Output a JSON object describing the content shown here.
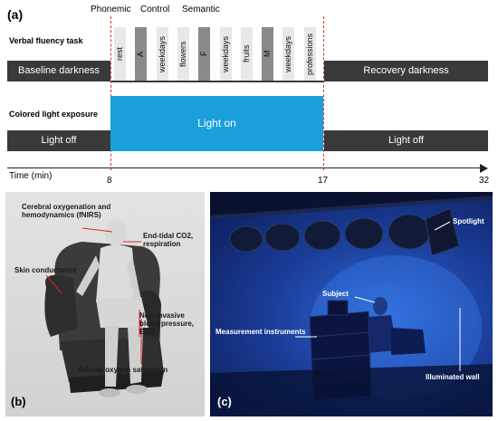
{
  "panel_a": {
    "label": "(a)",
    "group_labels": [
      "Phonemic",
      "Control",
      "Semantic"
    ],
    "verbal_task_title": "Verbal fluency task",
    "baseline_label": "Baseline darkness",
    "recovery_label": "Recovery darkness",
    "blocks": [
      "rest",
      "A",
      "weekdays",
      "flowers",
      "F",
      "weekdays",
      "fruits",
      "M",
      "weekdays",
      "professions"
    ],
    "colored_light_title": "Colored light exposure",
    "light_off_left": "Light off",
    "light_on": "Light on",
    "light_off_right": "Light off",
    "time_label": "Time (min)",
    "ticks": [
      "8",
      "17",
      "32"
    ],
    "colors": {
      "dark": "#3a3a3a",
      "light": "#1a9fdb",
      "marker": "#e03030"
    }
  },
  "panel_b": {
    "label": "(b)",
    "annotations": {
      "fnirs": "Cerebral oxygenation and hemodynamics (fNIRS)",
      "co2": "End-tidal CO2, respiration",
      "skin": "Skin conductance",
      "bp": "Non-invasive blood pressure, ECG",
      "spo2": "Arterial oxygen saturation"
    }
  },
  "panel_c": {
    "label": "(c)",
    "annotations": {
      "spotlight": "Spotlight",
      "subject": "Subject",
      "instruments": "Measurement instruments",
      "wall": "Illuminated wall"
    }
  }
}
